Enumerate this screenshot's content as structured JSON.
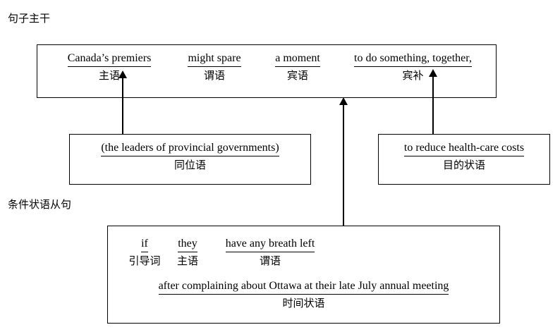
{
  "page": {
    "title": "句子成分分析图",
    "background_color": "#ffffff",
    "line_color": "#000000",
    "text_color": "#000000"
  },
  "captions": {
    "main_clause": "句子主干",
    "conditional_clause": "条件状语从句"
  },
  "main_box": {
    "chunks": [
      {
        "english": "Canada’s premiers",
        "chinese": "主语"
      },
      {
        "english": "might spare",
        "chinese": "谓语"
      },
      {
        "english": "a moment",
        "chinese": "宾语"
      },
      {
        "english": "to do something, together,",
        "chinese": "宾补"
      }
    ]
  },
  "appositive_box": {
    "english": "(the leaders of provincial governments)",
    "chinese": "同位语"
  },
  "purpose_box": {
    "english": "to reduce health-care costs",
    "chinese": "目的状语"
  },
  "clause_box": {
    "row1": [
      {
        "english": "if",
        "chinese": "引导词"
      },
      {
        "english": "they",
        "chinese": "主语"
      },
      {
        "english": "have any breath left",
        "chinese": "谓语"
      }
    ],
    "row2": {
      "english": "after complaining about Ottawa at their late July annual meeting",
      "chinese": "时间状语"
    }
  },
  "connectors": [
    {
      "name": "appositive-to-subject",
      "from": "appositive_box",
      "to": "main_box.chunks.0"
    },
    {
      "name": "clause-to-main",
      "from": "clause_box",
      "to": "main_box"
    },
    {
      "name": "purpose-to-complement",
      "from": "purpose_box",
      "to": "main_box.chunks.3"
    }
  ]
}
